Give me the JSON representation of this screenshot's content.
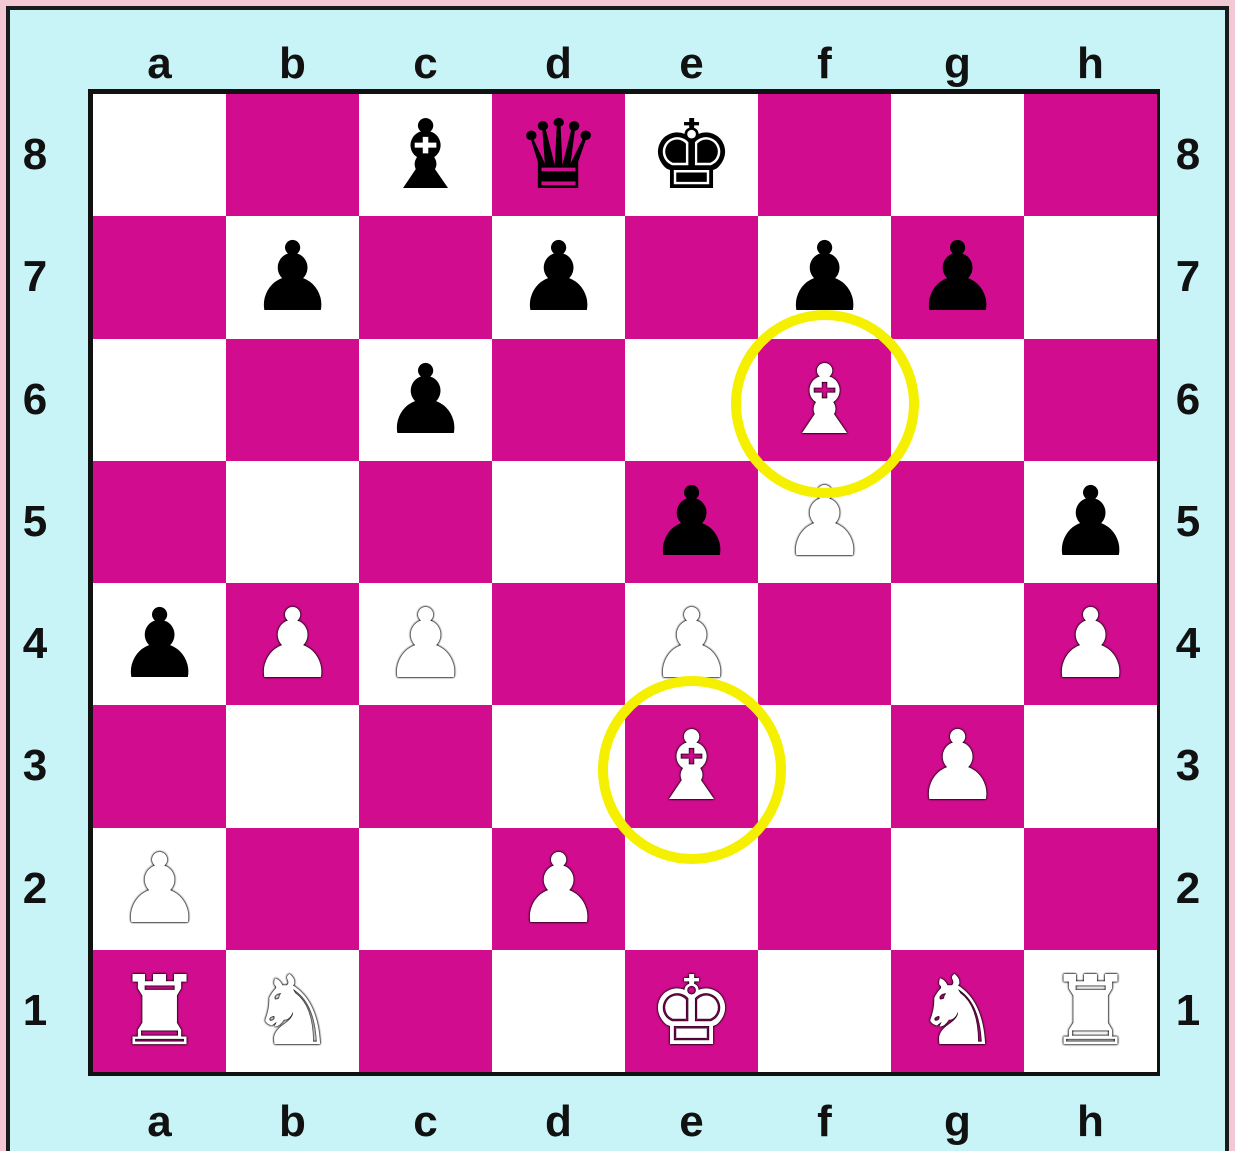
{
  "board": {
    "files": [
      "a",
      "b",
      "c",
      "d",
      "e",
      "f",
      "g",
      "h"
    ],
    "ranks": [
      "8",
      "7",
      "6",
      "5",
      "4",
      "3",
      "2",
      "1"
    ],
    "colors": {
      "light": "#ffffff",
      "dark": "#d10c8e",
      "frame": "#c8f4f8",
      "highlight": "#f5f000"
    },
    "pieces": [
      {
        "square": "c8",
        "color": "black",
        "type": "bishop",
        "glyph": "♝"
      },
      {
        "square": "d8",
        "color": "black",
        "type": "queen",
        "glyph": "♛"
      },
      {
        "square": "e8",
        "color": "black",
        "type": "king",
        "glyph": "♚"
      },
      {
        "square": "b7",
        "color": "black",
        "type": "pawn",
        "glyph": "♟"
      },
      {
        "square": "d7",
        "color": "black",
        "type": "pawn",
        "glyph": "♟"
      },
      {
        "square": "f7",
        "color": "black",
        "type": "pawn",
        "glyph": "♟"
      },
      {
        "square": "g7",
        "color": "black",
        "type": "pawn",
        "glyph": "♟"
      },
      {
        "square": "c6",
        "color": "black",
        "type": "pawn",
        "glyph": "♟"
      },
      {
        "square": "f6",
        "color": "white",
        "type": "bishop",
        "glyph": "♝"
      },
      {
        "square": "e5",
        "color": "black",
        "type": "pawn",
        "glyph": "♟"
      },
      {
        "square": "f5",
        "color": "white",
        "type": "pawn",
        "glyph": "♟"
      },
      {
        "square": "h5",
        "color": "black",
        "type": "pawn",
        "glyph": "♟"
      },
      {
        "square": "a4",
        "color": "black",
        "type": "pawn",
        "glyph": "♟"
      },
      {
        "square": "b4",
        "color": "white",
        "type": "pawn",
        "glyph": "♟"
      },
      {
        "square": "c4",
        "color": "white",
        "type": "pawn",
        "glyph": "♟"
      },
      {
        "square": "e4",
        "color": "white",
        "type": "pawn",
        "glyph": "♟"
      },
      {
        "square": "h4",
        "color": "white",
        "type": "pawn",
        "glyph": "♟"
      },
      {
        "square": "e3",
        "color": "white",
        "type": "bishop",
        "glyph": "♝"
      },
      {
        "square": "g3",
        "color": "white",
        "type": "pawn",
        "glyph": "♟"
      },
      {
        "square": "a2",
        "color": "white",
        "type": "pawn",
        "glyph": "♟"
      },
      {
        "square": "d2",
        "color": "white",
        "type": "pawn",
        "glyph": "♟"
      },
      {
        "square": "a1",
        "color": "white",
        "type": "rook",
        "glyph": "♜"
      },
      {
        "square": "b1",
        "color": "white",
        "type": "knight",
        "glyph": "♞"
      },
      {
        "square": "e1",
        "color": "white",
        "type": "king",
        "glyph": "♚"
      },
      {
        "square": "g1",
        "color": "white",
        "type": "knight",
        "glyph": "♞"
      },
      {
        "square": "h1",
        "color": "white",
        "type": "rook",
        "glyph": "♜"
      }
    ],
    "highlighted_squares": [
      "f6",
      "e3"
    ]
  }
}
